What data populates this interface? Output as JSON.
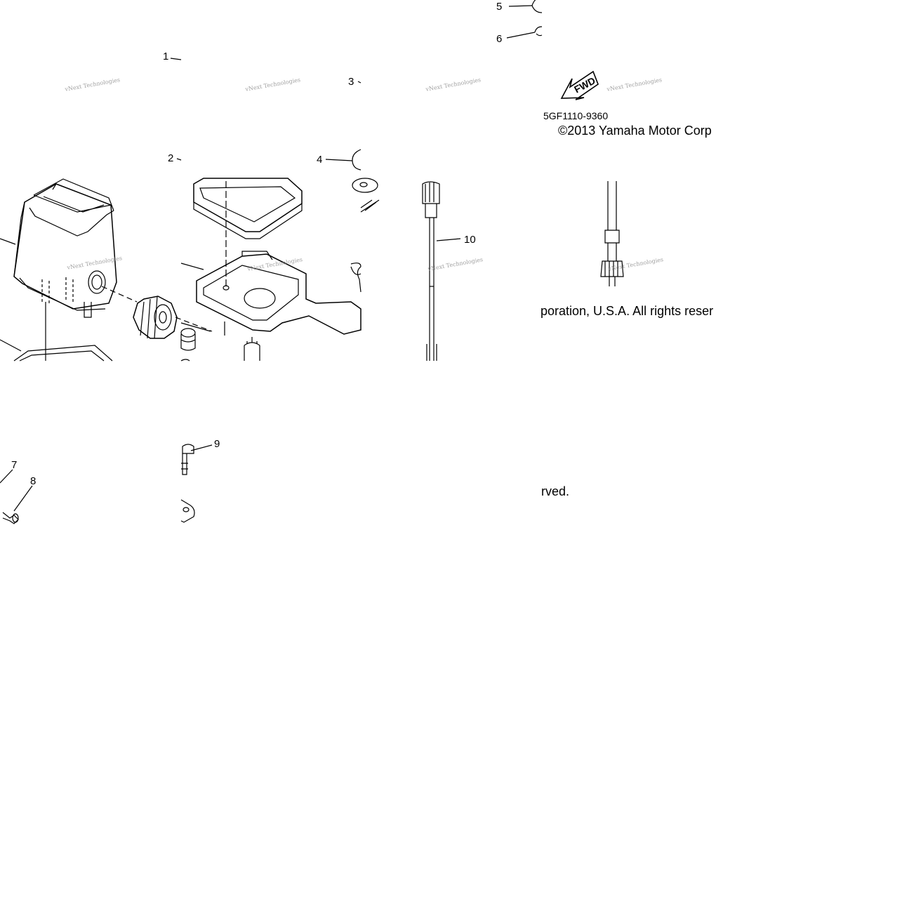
{
  "callouts": [
    "1",
    "2",
    "3",
    "4",
    "5",
    "6",
    "7",
    "8",
    "9",
    "10"
  ],
  "fwd_label": "FWD",
  "part_number": "5GF1110-9360",
  "copyright": {
    "line1": "©2013 Yamaha Motor Corp",
    "line2": "poration, U.S.A. All rights reser",
    "line3": "rved."
  },
  "watermark_text": "vNext Technologies"
}
